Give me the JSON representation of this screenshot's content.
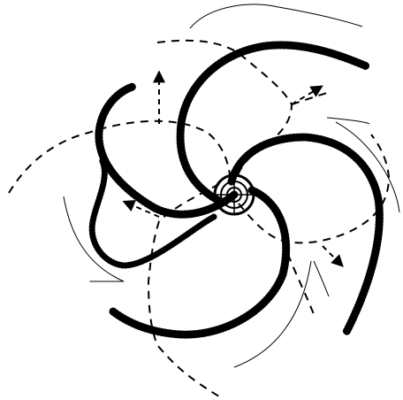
{
  "diagram": {
    "arm_count": 4,
    "dashed_boundary_count": 6,
    "velocity_arrow_count": 4,
    "flow_curve_count": 6,
    "colors": {
      "background": "#ffffff",
      "ink": "#000000"
    }
  }
}
